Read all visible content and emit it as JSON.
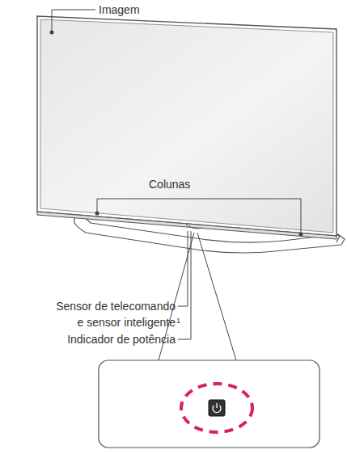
{
  "diagram": {
    "labels": [
      "Imagem",
      "Colunas",
      "Sensor de telecomando e sensor inteligente",
      "1",
      "Indicador de potência"
    ]
  }
}
